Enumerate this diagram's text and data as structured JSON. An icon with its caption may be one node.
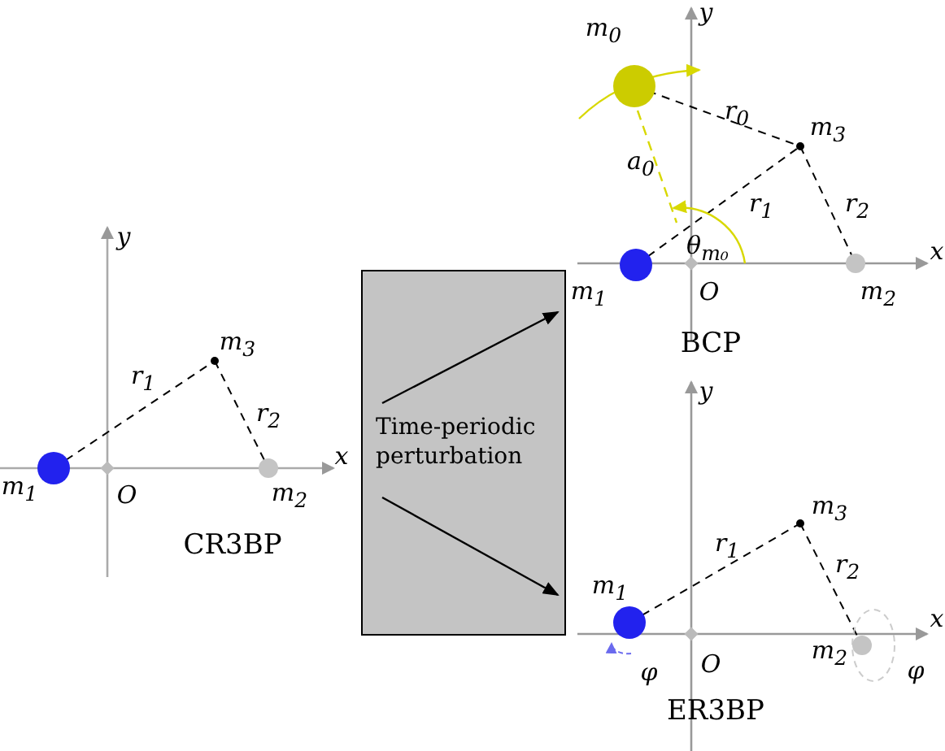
{
  "diagram": {
    "nodes": [
      {
        "text": [
          "Time-periodic perturbation"
        ]
      }
    ],
    "labels": [
      "y",
      "m$_{0}$",
      "r$_{0}$",
      "m$_{3}$",
      "a$_{0}$",
      "r$_{1}$",
      "r$_{2}$",
      "θ$_{m₀}$",
      "x",
      "m$_{1}$",
      "O",
      "m$_{2}$",
      "BCP",
      "y",
      "m$_{3}$",
      "r$_{1}$",
      "r$_{2}$",
      "x",
      "m$_{1}$",
      "O",
      "m$_{2}$",
      "CR3BP",
      "y",
      "m$_{3}$",
      "r$_{1}$",
      "m$_{1}$",
      "r$_{2}$",
      "x",
      "φ",
      "O",
      "m$_{2}$",
      "φ",
      "ER3BP"
    ]
  }
}
